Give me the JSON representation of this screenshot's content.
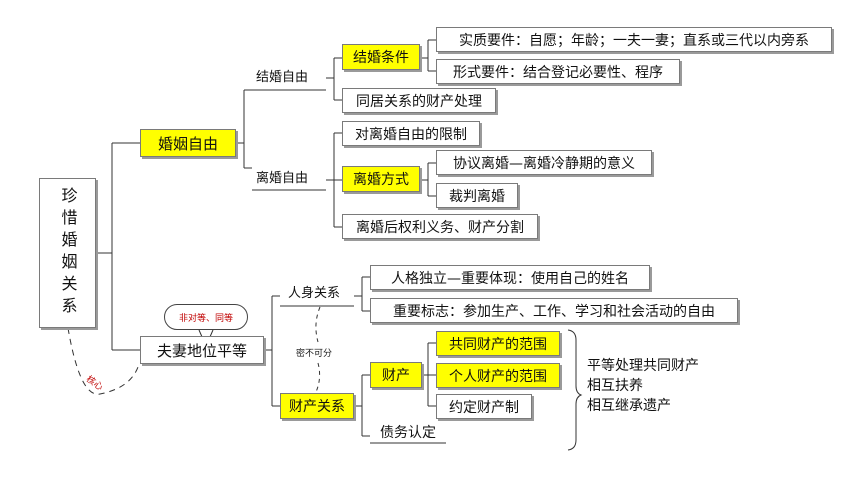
{
  "root": {
    "label": "珍惜婚姻关系"
  },
  "marriage_freedom": {
    "label": "婚姻自由",
    "marriage": {
      "label": "结婚自由",
      "conditions": {
        "label": "结婚条件",
        "substantive": "实质要件：自愿；年龄；一夫一妻；直系或三代以内旁系",
        "formal": "形式要件：结合登记必要性、程序"
      },
      "cohabitation": "同居关系的财产处理"
    },
    "divorce": {
      "label": "离婚自由",
      "restriction": "对离婚自由的限制",
      "methods": {
        "label": "离婚方式",
        "agreement": "协议离婚—离婚冷静期的意义",
        "judicial": "裁判离婚"
      },
      "after": "离婚后权利义务、财产分割"
    }
  },
  "spouse_equality": {
    "label": "夫妻地位平等",
    "bubble_note": "非对等、同等",
    "side_note": "核心",
    "personal": {
      "label": "人身关系",
      "item1": "人格独立—重要体现：使用自己的姓名",
      "item2": "重要标志：参加生产、工作、学习和社会活动的自由"
    },
    "inseparable": "密不可分",
    "property": {
      "label": "财产关系",
      "assets": {
        "label": "财产",
        "common": "共同财产的范围",
        "personal": "个人财产的范围",
        "agreed": "约定财产制"
      },
      "debt": "债务认定",
      "summary": [
        "平等处理共同财产",
        "相互扶养",
        "相互继承遗产"
      ]
    }
  }
}
